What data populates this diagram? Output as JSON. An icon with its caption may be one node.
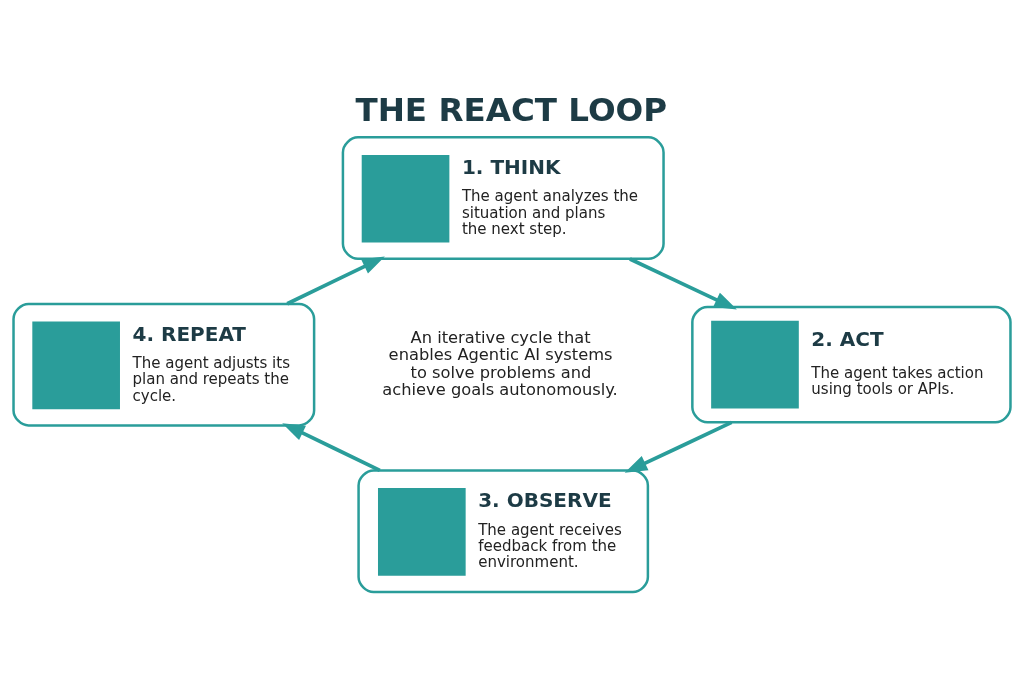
{
  "diagram": {
    "title": "THE REACT LOOP",
    "nodes": [
      {
        "text": [
          "1. THINK",
          "The agent analyzes the situation and plans the next step."
        ]
      },
      {
        "text": [
          "2. ACT",
          "The agent takes action using tools or APIs."
        ]
      },
      {
        "text": [
          "3. OBSERVE",
          "The agent receives feedback from the environment."
        ]
      },
      {
        "text": [
          "4. REPEAT",
          "The agent adjusts its plan and repeats the cycle."
        ]
      }
    ],
    "edges": [
      {
        "from": 0,
        "to": 1,
        "arrow": "to"
      },
      {
        "from": 1,
        "to": 2,
        "arrow": "to"
      },
      {
        "from": 2,
        "to": 3,
        "arrow": "to"
      },
      {
        "from": 3,
        "to": 0,
        "arrow": "to"
      }
    ],
    "labels": [
      "An iterative cycle that enables Agentic AI systems to solve problems and achieve goals autonomously."
    ]
  }
}
